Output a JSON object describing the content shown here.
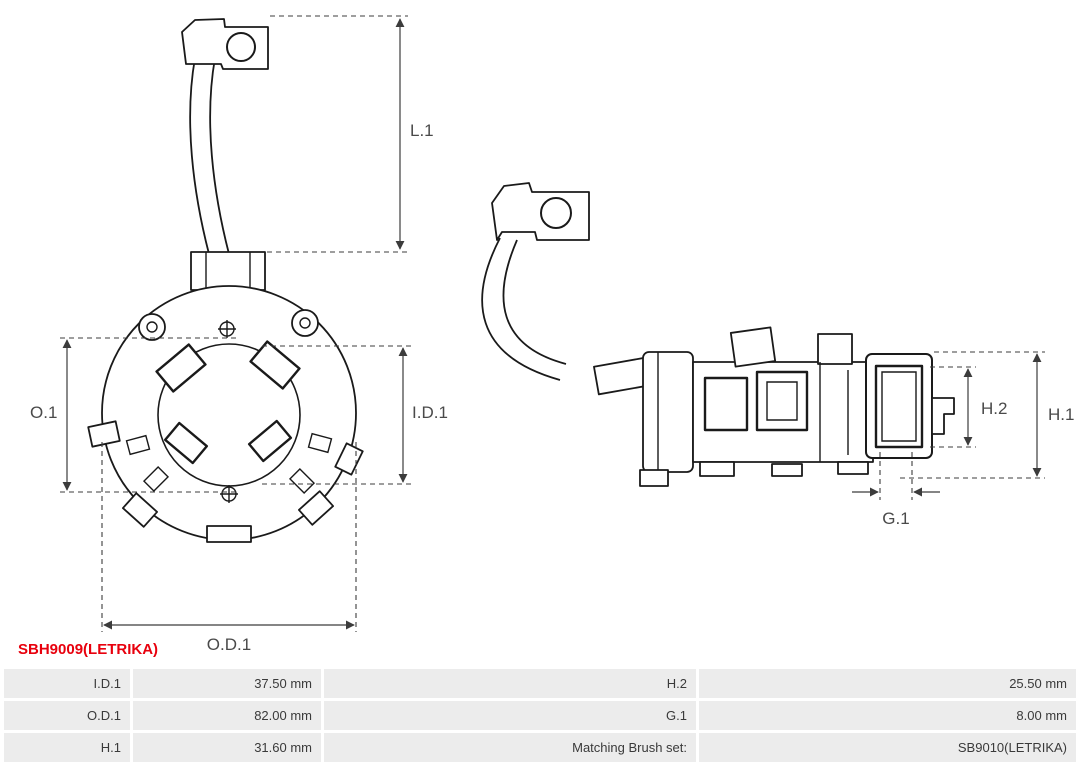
{
  "title": "SBH9009(LETRIKA)",
  "colors": {
    "title_red": "#e8000d",
    "table_cell_bg": "#ececec",
    "drawing_stroke": "#1a1a1a"
  },
  "diagram": {
    "front_view": {
      "labels": {
        "l1": "L.1",
        "o1": "O.1",
        "id1": "I.D.1",
        "od1": "O.D.1"
      }
    },
    "side_view": {
      "labels": {
        "h2": "H.2",
        "h1": "H.1",
        "g1": "G.1"
      }
    }
  },
  "table": {
    "rows": [
      {
        "label_left": "I.D.1",
        "value_left": "37.50 mm",
        "label_right": "H.2",
        "value_right": "25.50 mm"
      },
      {
        "label_left": "O.D.1",
        "value_left": "82.00 mm",
        "label_right": "G.1",
        "value_right": "8.00 mm"
      },
      {
        "label_left": "H.1",
        "value_left": "31.60 mm",
        "label_right": "Matching Brush set:",
        "value_right": "SB9010(LETRIKA)"
      }
    ]
  }
}
